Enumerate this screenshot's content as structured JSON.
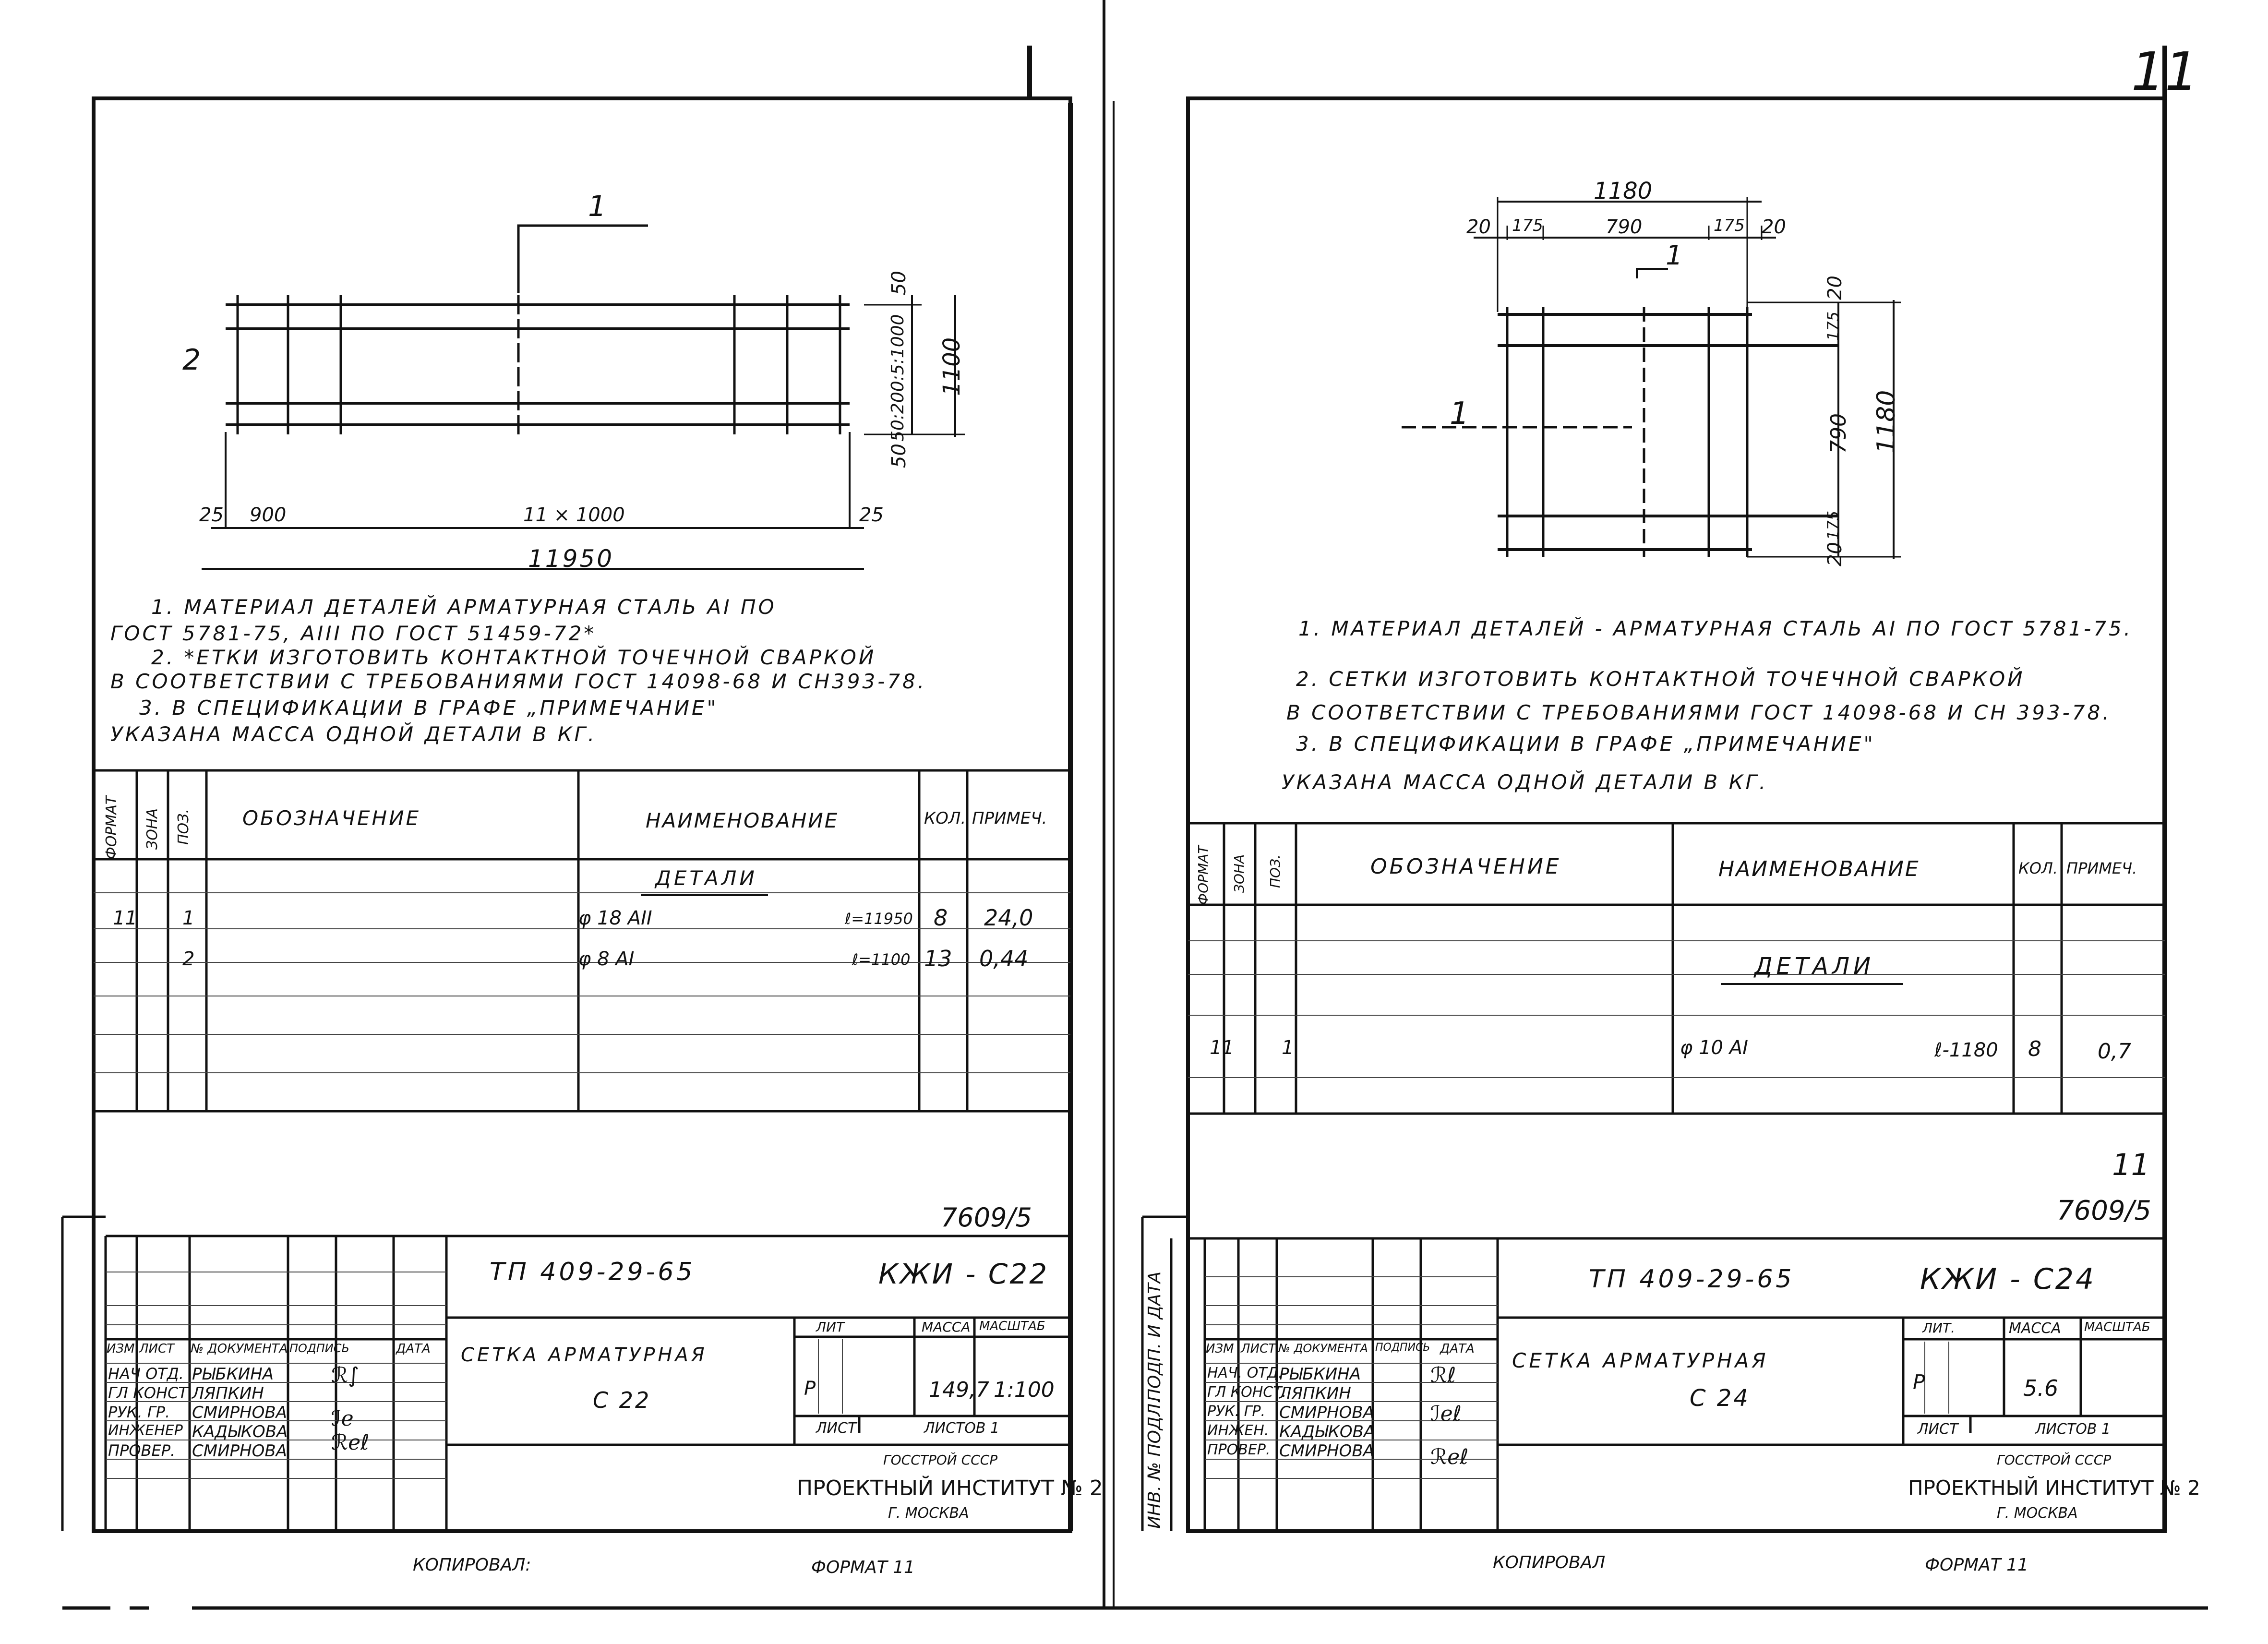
{
  "page_number": "11",
  "left": {
    "drawing": {
      "callout": "1",
      "pos2": "2",
      "dim_right_small": "50",
      "dim_right_mid": "50:200:5:1000",
      "dim_right_total": "1100",
      "dim_right_bottom": "50",
      "dim_left": "25",
      "dim_first": "900",
      "dim_middle": "11 × 1000",
      "dim_end": "25",
      "dim_total": "11950"
    },
    "notes": [
      "1. МАТЕРИАЛ  ДЕТАЛЕЙ  АРМАТУРНАЯ  СТАЛЬ  АI  ПО",
      "ГОСТ  5781-75,   АIII  ПО  ГОСТ  51459-72*",
      "2. *ЕТКИ  ИЗГОТОВИТЬ  КОНТАКТНОЙ  ТОЧЕЧНОЙ  СВАРКОЙ",
      "В  СООТВЕТСТВИИ  С  ТРЕБОВАНИЯМИ  ГОСТ  14098-68  И СН393-78.",
      "3. В  СПЕЦИФИКАЦИИ  В  ГРАФЕ  „ПРИМЕЧАНИЕ\"",
      "УКАЗАНА  МАССА  ОДНОЙ  ДЕТАЛИ  В  КГ."
    ],
    "spec": {
      "headers": {
        "format": "ФОРМАТ",
        "zone": "ЗОНА",
        "pos": "ПОЗ.",
        "designation": "ОБОЗНАЧЕНИЕ",
        "name": "НАИМЕНОВАНИЕ",
        "qty": "КОЛ.",
        "note": "ПРИМЕЧ."
      },
      "section": "ДЕТАЛИ",
      "rows": [
        {
          "format": "11",
          "pos": "1",
          "name": "φ 18 АII",
          "length": "ℓ=11950",
          "qty": "8",
          "note": "24,0"
        },
        {
          "format": "",
          "pos": "2",
          "name": "φ 8 АI",
          "length": "ℓ=1100",
          "qty": "13",
          "note": "0,44"
        }
      ]
    },
    "stamp": {
      "sheet_code": "7609/5",
      "project": "ТП 409-29-65",
      "doc_code": "КЖИ - С22",
      "title_1": "СЕТКА   АРМАТУРНАЯ",
      "title_2": "С 22",
      "head": {
        "izm": "ИЗМ",
        "list": "ЛИСТ",
        "doc": "№ ДОКУМЕНТА",
        "sign": "ПОДПИСЬ",
        "date": "ДАТА"
      },
      "people": [
        {
          "role": "НАЧ ОТД.",
          "name": "РЫБКИНА"
        },
        {
          "role": "ГЛ КОНСТ.",
          "name": "ЛЯПКИН"
        },
        {
          "role": "РУК. ГР.",
          "name": "СМИРНОВА"
        },
        {
          "role": "ИНЖЕНЕР",
          "name": "КАДЫКОВА"
        },
        {
          "role": "ПРОВЕР.",
          "name": "СМИРНОВА"
        }
      ],
      "lit_label": "ЛИТ",
      "mass_label": "МАССА",
      "scale_label": "МАСШТАБ",
      "lit": "Р",
      "mass": "149,7",
      "scale": "1:100",
      "sheet_label": "ЛИСТ",
      "sheets_label": "ЛИСТОВ  1",
      "org_1": "ГОССТРОЙ СССР",
      "org_2": "ПРОЕКТНЫЙ ИНСТИТУТ  № 2",
      "org_3": "Г. МОСКВА"
    },
    "copied": "КОПИРОВАЛ:",
    "format": "ФОРМАТ 11"
  },
  "right": {
    "drawing": {
      "dim_top": "1180",
      "dim_a": "20",
      "dim_b": "175",
      "dim_c": "790",
      "dim_d": "175",
      "dim_e": "20",
      "callout_top": "1",
      "callout_left": "1",
      "dim_r1": "20",
      "dim_r2": "175",
      "dim_r3": "790",
      "dim_r4": "175",
      "dim_r5": "20",
      "dim_rtotal": "1180"
    },
    "notes": [
      "1. МАТЕРИАЛ  ДЕТАЛЕЙ - АРМАТУРНАЯ  СТАЛЬ  АI ПО  ГОСТ 5781-75.",
      "2. СЕТКИ  ИЗГОТОВИТЬ  КОНТАКТНОЙ  ТОЧЕЧНОЙ  СВАРКОЙ",
      "В  СООТВЕТСТВИИ  С  ТРЕБОВАНИЯМИ  ГОСТ 14098-68  И  СН 393-78.",
      "3. В  СПЕЦИФИКАЦИИ  В  ГРАФЕ  „ПРИМЕЧАНИЕ\"",
      "УКАЗАНА   МАССА   ОДНОЙ  ДЕТАЛИ  В  КГ."
    ],
    "spec": {
      "headers": {
        "format": "ФОРМАТ",
        "zone": "ЗОНА",
        "pos": "ПОЗ.",
        "designation": "ОБОЗНАЧЕНИЕ",
        "name": "НАИМЕНОВАНИЕ",
        "qty": "КОЛ.",
        "note": "ПРИМЕЧ."
      },
      "section": "ДЕТАЛИ",
      "rows": [
        {
          "format": "11",
          "pos": "1",
          "name": "φ 10 АI",
          "length": "ℓ-1180",
          "qty": "8",
          "note": "0,7"
        }
      ]
    },
    "side_labels": {
      "top": "ПОДП. И ДАТА",
      "bottom": "ИНВ. № ПОДЛ."
    },
    "stamp": {
      "sheet_code_top": "11",
      "sheet_code": "7609/5",
      "project": "ТП 409-29-65",
      "doc_code": "КЖИ - С24",
      "title_1": "СЕТКА   АРМАТУРНАЯ",
      "title_2": "С 24",
      "head": {
        "izm": "ИЗМ",
        "list": "ЛИСТ",
        "doc": "№ ДОКУМЕНТА",
        "sign": "ПОДПИСЬ",
        "date": "ДАТА"
      },
      "people": [
        {
          "role": "НАЧ. ОТД.",
          "name": "РЫБКИНА"
        },
        {
          "role": "ГЛ КОНСТ.",
          "name": "ЛЯПКИН"
        },
        {
          "role": "РУК. ГР.",
          "name": "СМИРНОВА"
        },
        {
          "role": "ИНЖЕН.",
          "name": "КАДЫКОВА"
        },
        {
          "role": "ПРОВЕР.",
          "name": "СМИРНОВА"
        }
      ],
      "lit_label": "ЛИТ.",
      "mass_label": "МАССА",
      "scale_label": "МАСШТАБ",
      "lit": "Р",
      "mass": "5.6",
      "scale": "",
      "sheet_label": "ЛИСТ",
      "sheets_label": "ЛИСТОВ  1",
      "org_1": "ГОССТРОЙ СССР",
      "org_2": "ПРОЕКТНЫЙ ИНСТИТУТ  № 2",
      "org_3": "Г. МОСКВА"
    },
    "copied": "КОПИРОВАЛ",
    "format": "ФОРМАТ 11"
  }
}
